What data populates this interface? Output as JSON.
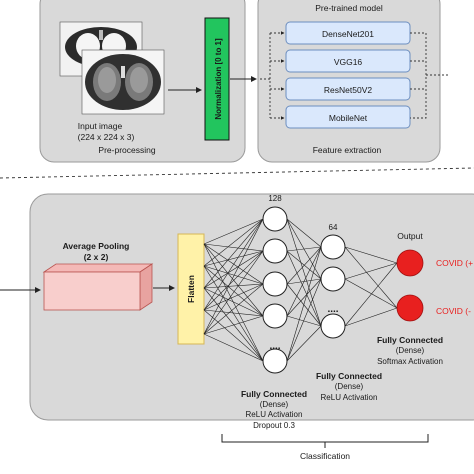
{
  "preprocessing": {
    "input_label": "Input image",
    "input_size": "(224 x 224 x 3)",
    "section_label": "Pre-processing",
    "normalization_label": "Normalization [0 to 1]"
  },
  "feature_extraction": {
    "header": "Pre-trained model",
    "models": [
      "DenseNet201",
      "VGG16",
      "ResNet50V2",
      "MobileNet"
    ],
    "section_label": "Feature extraction"
  },
  "classification": {
    "pooling_label": "Average Pooling",
    "pooling_size": "(2 x 2)",
    "flatten_label": "Flatten",
    "layer1_count": "128",
    "layer2_count": "64",
    "output_label": "Output",
    "outputs": [
      "COVID (+",
      "COVID (-"
    ],
    "dots": "....",
    "layer1_caption": [
      "Fully Connected",
      "(Dense)",
      "ReLU Activation",
      "Dropout 0.3"
    ],
    "layer2_caption": [
      "Fully Connected",
      "(Dense)",
      "ReLU Activation"
    ],
    "output_caption": [
      "Fully Connected",
      "(Dense)",
      "Softmax Activation"
    ],
    "section_label": "Classification"
  },
  "colors": {
    "panel": "#d9d9d9",
    "model_box": "#dae8fc",
    "model_border": "#6c8ebf",
    "normalization": "#22c55e",
    "flatten": "#fff2a8",
    "pooling_front": "#f8cecc",
    "output_node": "#e8201f"
  }
}
